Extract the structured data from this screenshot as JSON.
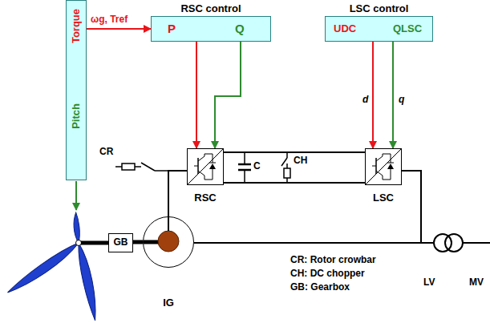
{
  "diagram": {
    "nodes": [
      {
        "text": [
          "Torque",
          "Pitch"
        ]
      },
      {
        "text": [
          "RSC control",
          "P",
          "Q"
        ]
      },
      {
        "text": [
          "LSC control",
          "UDC",
          "QLSC"
        ]
      },
      {
        "text": [
          "RSC"
        ]
      },
      {
        "text": [
          "LSC"
        ]
      },
      {
        "text": [
          "GB"
        ]
      },
      {
        "text": [
          "IG"
        ]
      }
    ],
    "edges": [
      {
        "from": 0,
        "to": 1,
        "arrow": "to",
        "label": "ωg, Tref"
      },
      {
        "from": 1,
        "to": 3,
        "arrow": "to"
      },
      {
        "from": 1,
        "to": 3,
        "arrow": "to"
      },
      {
        "from": 2,
        "to": 4,
        "arrow": "to",
        "label": "d"
      },
      {
        "from": 2,
        "to": 4,
        "arrow": "to",
        "label": "q"
      },
      {
        "from": 5,
        "to": 6,
        "arrow": "none"
      },
      {
        "from": 6,
        "to": 3,
        "arrow": "none"
      },
      {
        "from": 3,
        "to": 4,
        "arrow": "none"
      },
      {
        "from": 4,
        "to": 6,
        "arrow": "none"
      }
    ],
    "labels": [
      "CR",
      "C",
      "CH",
      "LV",
      "MV",
      "CR: Rotor crowbar",
      "CH: DC chopper",
      "GB: Gearbox"
    ]
  }
}
